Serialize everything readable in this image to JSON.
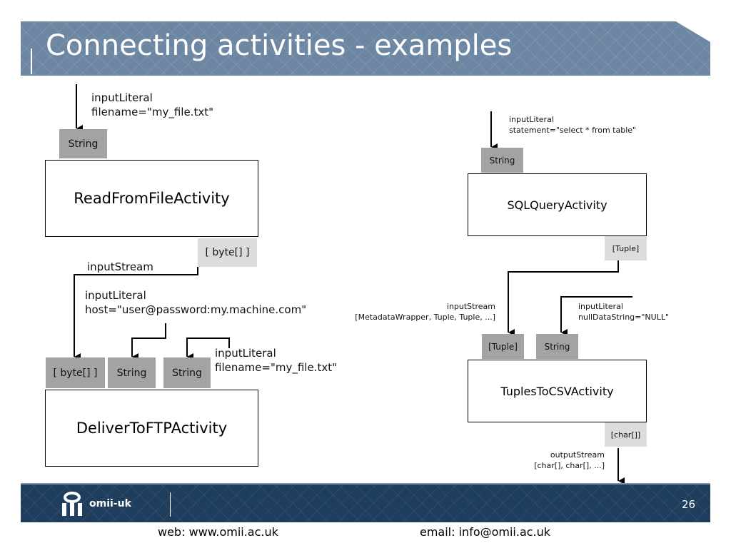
{
  "slide": {
    "title": "Connecting activities - examples",
    "page_number": "26",
    "footer": {
      "logo_text": "omii-uk",
      "web": "web: www.omii.ac.uk",
      "email": "email: info@omii.ac.uk"
    }
  },
  "diagram_left": {
    "read_input": {
      "line1": "inputLiteral",
      "line2": "filename=\"my_file.txt\""
    },
    "read_port": "String",
    "read_activity": "ReadFromFileActivity",
    "read_output_port": "[ byte[] ]",
    "input_stream_label": "inputStream",
    "host_input": {
      "line1": "inputLiteral",
      "line2": "host=\"user@password:my.machine.com\""
    },
    "deliver_ports": [
      "[ byte[] ]",
      "String",
      "String"
    ],
    "filename_input": {
      "line1": "inputLiteral",
      "line2": "filename=\"my_file.txt\""
    },
    "deliver_activity": "DeliverToFTPActivity"
  },
  "diagram_right": {
    "sql_input": {
      "line1": "inputLiteral",
      "line2": "statement=\"select * from table\""
    },
    "sql_port": "String",
    "sql_activity": "SQLQueryActivity",
    "sql_output_port": "[Tuple]",
    "input_stream": {
      "line1": "inputStream",
      "line2": "[MetadataWrapper, Tuple, Tuple, ...]"
    },
    "null_input": {
      "line1": "inputLiteral",
      "line2": "nullDataString=\"NULL\""
    },
    "tuples_ports": [
      "[Tuple]",
      "String"
    ],
    "tuples_activity": "TuplesToCSVActivity",
    "tuples_output_port": "[char[]]",
    "output_stream": {
      "line1": "outputStream",
      "line2": "[char[], char[], ...]"
    }
  },
  "colors": {
    "header": "#6d87a3",
    "footer": "#1f3d5c",
    "port_dark": "#a3a3a3",
    "port_light": "#dcdcdc"
  }
}
